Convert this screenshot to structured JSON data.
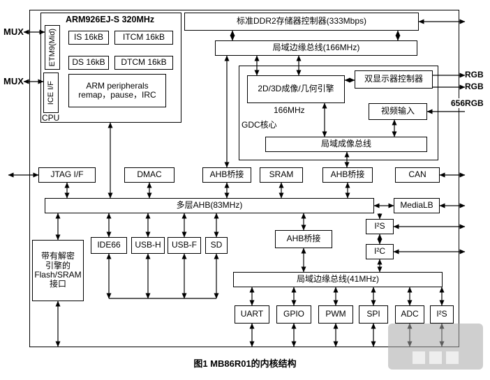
{
  "figure_caption": "图1 MB86R01的内核结构",
  "colors": {
    "line": "#000000",
    "background": "#ffffff",
    "watermark": "#a8a8a8"
  },
  "external": {
    "mux_top": "MUX",
    "mux_bottom": "MUX",
    "rgb_out_1": "RGB",
    "rgb_out_2": "RGB",
    "video_in": "656RGB"
  },
  "cpu": {
    "title": "ARM926EJ-S 320MHz",
    "etm9": "ETM9(Mid)",
    "icache": "IS 16kB",
    "itcm": "ITCM 16kB",
    "dcache": "DS 16kB",
    "dtcm": "DTCM 16kB",
    "ice": "ICE I/F",
    "periph_line1": "ARM peripherals",
    "periph_line2": "remap，pause，IRC",
    "block_label": "CPU"
  },
  "top": {
    "ddr2": "标准DDR2存储器控制器(333Mbps)",
    "edge_bus_166": "局域边缘总线(166MHz)"
  },
  "gdc": {
    "block_label": "GDC核心",
    "engine": "2D/3D成像/几何引擎",
    "engine_freq": "166MHz",
    "display_controller": "双显示器控制器",
    "video_input": "视频输入",
    "imaging_bus": "局域成像总线"
  },
  "mid_row": {
    "jtag": "JTAG I/F",
    "dmac": "DMAC",
    "ahb_bridge_left": "AHB桥接",
    "sram": "SRAM",
    "ahb_bridge_right": "AHB桥接",
    "can": "CAN"
  },
  "main_bus": {
    "ahb": "多层AHB(83MHz)",
    "medialb": "MediaLB"
  },
  "lower": {
    "flash_lines": [
      "带有解密",
      "引擎的",
      "Flash/SRAM",
      "接口"
    ],
    "ide": "IDE66",
    "usb_h": "USB-H",
    "usb_f": "USB-F",
    "sd": "SD",
    "ahb_bridge": "AHB桥接",
    "i2s": "I²S",
    "i2c": "I²C",
    "edge_bus_41": "局域边缘总线(41MHz)"
  },
  "bottom_row": {
    "uart": "UART",
    "gpio": "GPIO",
    "pwm": "PWM",
    "spi": "SPI",
    "adc": "ADC",
    "i2s": "I²S"
  }
}
